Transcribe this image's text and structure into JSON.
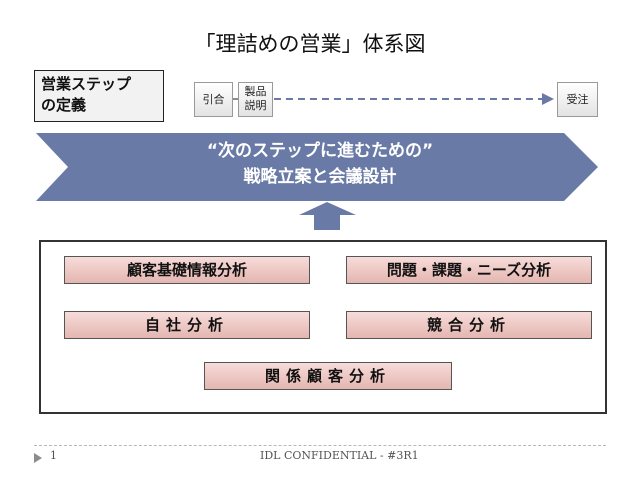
{
  "title": "「理詰めの営業」体系図",
  "step_definition": {
    "line1": "営業ステップ",
    "line2": "の定義"
  },
  "steps": {
    "hikiai": "引合",
    "seihin_line1": "製品",
    "seihin_line2": "説明",
    "juchu": "受注"
  },
  "banner": {
    "line1": "“次のステップに進むための”",
    "line2": "戦略立案と会議設計",
    "color": "#6a7aa6"
  },
  "up_arrow_color": "#6a7aa6",
  "analyses": [
    "顧客基礎情報分析",
    "問題・課題・ニーズ分析",
    "自社分析",
    "競合分析",
    "関係顧客分析"
  ],
  "analysis_fill": "#eec7c3",
  "footer": {
    "page": "1",
    "confidential": "IDL CONFIDENTIAL - #3R1"
  }
}
